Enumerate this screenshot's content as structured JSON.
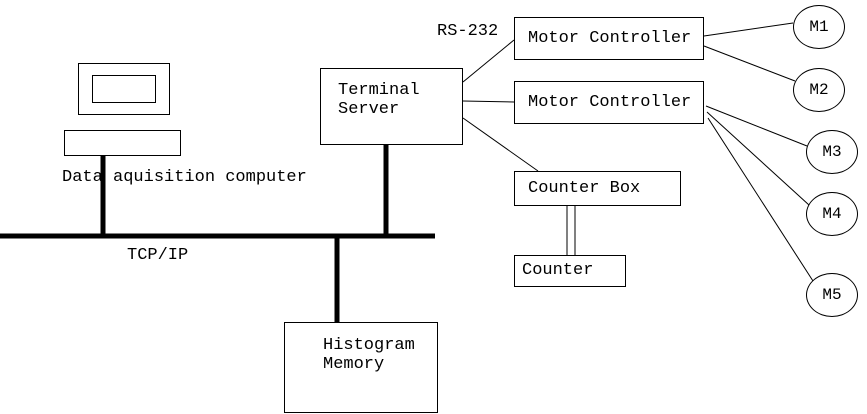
{
  "diagram": {
    "computer_label": "Data aquisition computer",
    "bus_label": "TCP/IP",
    "serial_label": "RS-232",
    "terminal_server": "Terminal\nServer",
    "motor_controller_1": "Motor Controller",
    "motor_controller_2": "Motor Controller",
    "counter_box": "Counter Box",
    "counter": "Counter",
    "histogram_memory": "Histogram\nMemory",
    "motors": [
      "M1",
      "M2",
      "M3",
      "M4",
      "M5"
    ]
  }
}
